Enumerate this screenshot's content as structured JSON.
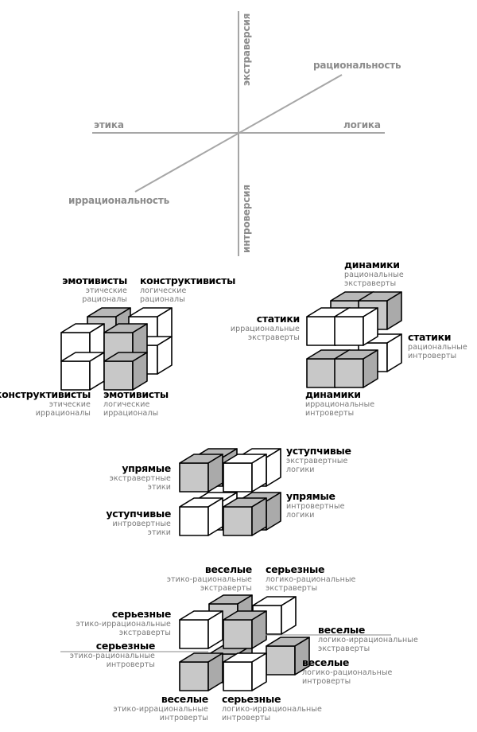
{
  "axes": {
    "extraversion": "экстраверсия",
    "introversion": "интроверсия",
    "rationality": "рациональность",
    "irrationality": "иррациональность",
    "ethics": "этика",
    "logic": "логика"
  },
  "group1": {
    "emotivists_top": {
      "title": "эмотивисты",
      "sub1": "этические",
      "sub2": "рационалы"
    },
    "constructivists_top": {
      "title": "конструктивисты",
      "sub1": "логические",
      "sub2": "рационалы"
    },
    "constructivists_bottom": {
      "title": "конструктивисты",
      "sub1": "этические",
      "sub2": "иррационалы"
    },
    "emotivists_bottom": {
      "title": "эмотивисты",
      "sub1": "логические",
      "sub2": "иррационалы"
    }
  },
  "group2": {
    "dynamics_top": {
      "title": "динамики",
      "sub1": "рациональные",
      "sub2": "экстраверты"
    },
    "statics_left": {
      "title": "статики",
      "sub1": "иррациональные",
      "sub2": "экстраверты"
    },
    "statics_right": {
      "title": "статики",
      "sub1": "рациональные",
      "sub2": "интроверты"
    },
    "dynamics_bottom": {
      "title": "динамики",
      "sub1": "иррациональные",
      "sub2": "интроверты"
    }
  },
  "group3": {
    "stubborn_top": {
      "title": "упрямые",
      "sub1": "экстравертные",
      "sub2": "этики"
    },
    "yielding_top": {
      "title": "уступчивые",
      "sub1": "экстравертные",
      "sub2": "логики"
    },
    "yielding_bottom": {
      "title": "уступчивые",
      "sub1": "интровертные",
      "sub2": "этики"
    },
    "stubborn_bottom": {
      "title": "упрямые",
      "sub1": "интровертные",
      "sub2": "логики"
    }
  },
  "group4": {
    "merry_top": {
      "title": "веселые",
      "sub1": "этико-рациональные",
      "sub2": "экстраверты"
    },
    "serious_top": {
      "title": "серьезные",
      "sub1": "логико-рациональные",
      "sub2": "экстраверты"
    },
    "serious_left": {
      "title": "серьезные",
      "sub1": "этико-иррациональные",
      "sub2": "экстраверты"
    },
    "serious_left2": {
      "title": "серьезные",
      "sub1": "этико-рациональные",
      "sub2": "интроверты"
    },
    "merry_right": {
      "title": "веселые",
      "sub1": "логико-иррациональные",
      "sub2": "экстраверты"
    },
    "merry_right2": {
      "title": "веселые",
      "sub1": "логико-рациональные",
      "sub2": "интроверты"
    },
    "merry_bottom": {
      "title": "веселые",
      "sub1": "этико-иррациональные",
      "sub2": "интроверты"
    },
    "serious_bottom": {
      "title": "серьезные",
      "sub1": "логико-иррациональные",
      "sub2": "интроверты"
    }
  },
  "colors": {
    "axis": "#a6a6a6",
    "cube_gray": "#c8c8c8",
    "cube_white": "#ffffff",
    "stroke": "#000000"
  }
}
